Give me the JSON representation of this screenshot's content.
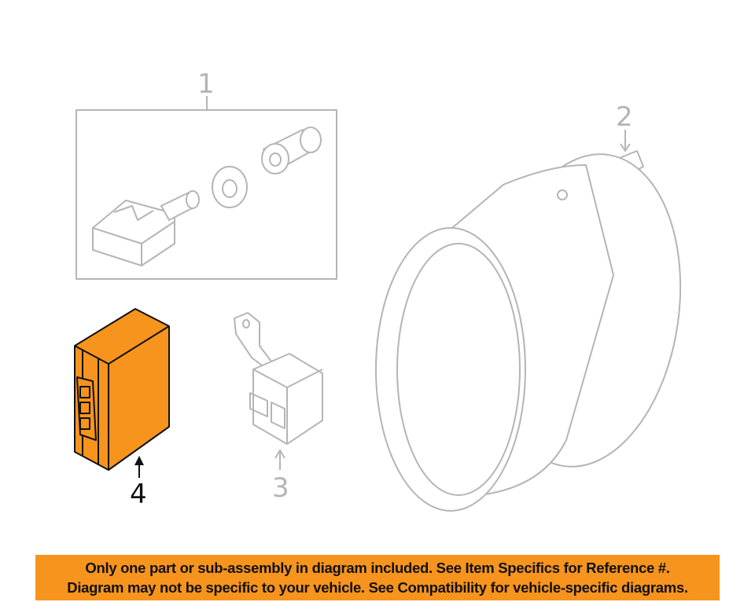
{
  "diagram": {
    "callouts": [
      "1",
      "2",
      "3",
      "4"
    ],
    "highlighted_part": "4",
    "highlight_color": "#F7941D",
    "line_color": "#b5b5b5"
  },
  "banner": {
    "line1": "Only one part or sub-assembly in diagram included. See Item Specifics for Reference #.",
    "line2": "Diagram may not be specific to your vehicle. See Compatibility for vehicle-specific diagrams.",
    "background": "#F7941D"
  }
}
